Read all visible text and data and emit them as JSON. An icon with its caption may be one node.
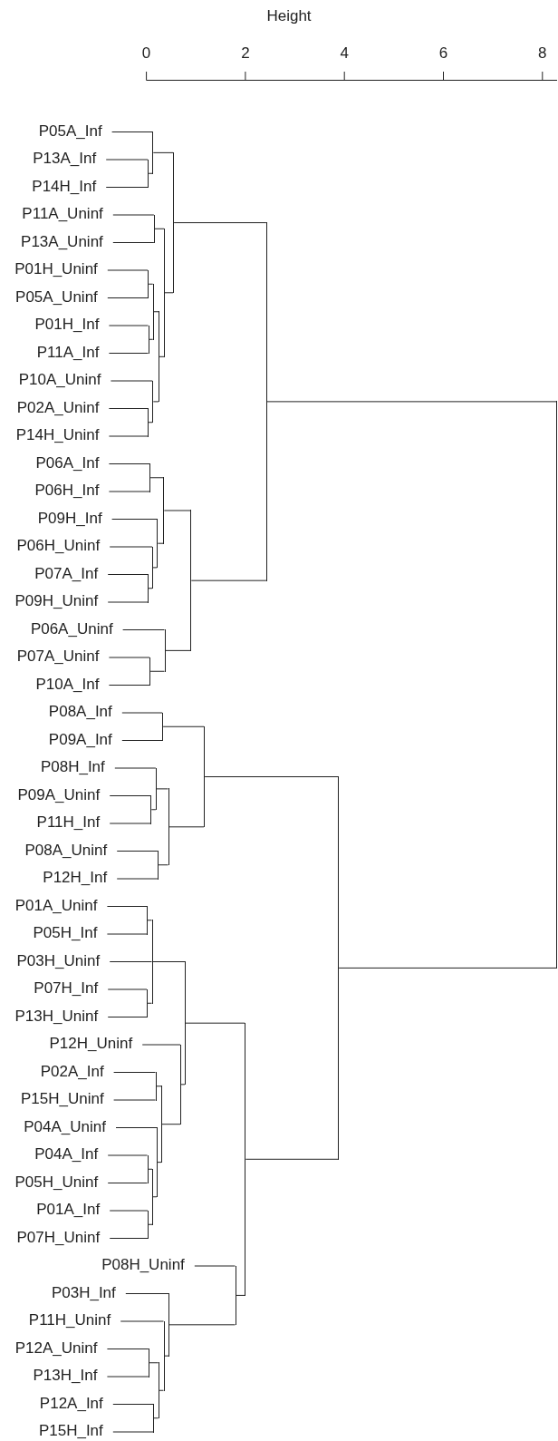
{
  "diagram": {
    "nodes": [
      {
        "text": [
          "P05A_Inf"
        ]
      },
      {
        "text": [
          "P13A_Inf"
        ]
      },
      {
        "text": [
          "P14H_Inf"
        ]
      },
      {
        "text": [
          "P11A_Uninf"
        ]
      },
      {
        "text": [
          "P13A_Uninf"
        ]
      },
      {
        "text": [
          "P01H_Uninf"
        ]
      },
      {
        "text": [
          "P05A_Uninf"
        ]
      },
      {
        "text": [
          "P01H_Inf"
        ]
      },
      {
        "text": [
          "P11A_Inf"
        ]
      },
      {
        "text": [
          "P10A_Uninf"
        ]
      },
      {
        "text": [
          "P02A_Uninf"
        ]
      },
      {
        "text": [
          "P14H_Uninf"
        ]
      },
      {
        "text": [
          "P06A_Inf"
        ]
      },
      {
        "text": [
          "P06H_Inf"
        ]
      },
      {
        "text": [
          "P09H_Inf"
        ]
      },
      {
        "text": [
          "P06H_Uninf"
        ]
      },
      {
        "text": [
          "P07A_Inf"
        ]
      },
      {
        "text": [
          "P09H_Uninf"
        ]
      },
      {
        "text": [
          "P06A_Uninf"
        ]
      },
      {
        "text": [
          "P07A_Uninf"
        ]
      },
      {
        "text": [
          "P10A_Inf"
        ]
      },
      {
        "text": [
          "P08A_Inf"
        ]
      },
      {
        "text": [
          "P09A_Inf"
        ]
      },
      {
        "text": [
          "P08H_Inf"
        ]
      },
      {
        "text": [
          "P09A_Uninf"
        ]
      },
      {
        "text": [
          "P11H_Inf"
        ]
      },
      {
        "text": [
          "P08A_Uninf"
        ]
      },
      {
        "text": [
          "P12H_Inf"
        ]
      },
      {
        "text": [
          "P01A_Uninf"
        ]
      },
      {
        "text": [
          "P05H_Inf"
        ]
      },
      {
        "text": [
          "P03H_Uninf"
        ]
      },
      {
        "text": [
          "P07H_Inf"
        ]
      },
      {
        "text": [
          "P13H_Uninf"
        ]
      },
      {
        "text": [
          "P12H_Uninf"
        ]
      },
      {
        "text": [
          "P02A_Inf"
        ]
      },
      {
        "text": [
          "P15H_Uninf"
        ]
      },
      {
        "text": [
          "P04A_Uninf"
        ]
      },
      {
        "text": [
          "P04A_Inf"
        ]
      },
      {
        "text": [
          "P05H_Uninf"
        ]
      },
      {
        "text": [
          "P01A_Inf"
        ]
      },
      {
        "text": [
          "P07H_Uninf"
        ]
      },
      {
        "text": [
          "P08H_Uninf"
        ]
      },
      {
        "text": [
          "P03H_Inf"
        ]
      },
      {
        "text": [
          "P11H_Uninf"
        ]
      },
      {
        "text": [
          "P12A_Uninf"
        ]
      },
      {
        "text": [
          "P13H_Inf"
        ]
      },
      {
        "text": [
          "P12A_Inf"
        ]
      },
      {
        "text": [
          "P15H_Inf"
        ]
      },
      {
        "text": [],
        "shape": "bar"
      },
      {
        "text": [],
        "shape": "bar"
      },
      {
        "text": [],
        "shape": "bar"
      },
      {
        "text": [],
        "shape": "bar"
      },
      {
        "text": [],
        "shape": "bar"
      },
      {
        "text": [],
        "shape": "bar"
      },
      {
        "text": [],
        "shape": "bar"
      },
      {
        "text": [],
        "shape": "bar"
      },
      {
        "text": [],
        "shape": "bar"
      },
      {
        "text": [],
        "shape": "bar"
      },
      {
        "text": [],
        "shape": "bar"
      },
      {
        "text": [],
        "shape": "bar"
      },
      {
        "text": [],
        "shape": "bar"
      },
      {
        "text": [],
        "shape": "bar"
      },
      {
        "text": [],
        "shape": "bar"
      },
      {
        "text": [],
        "shape": "bar"
      },
      {
        "text": [],
        "shape": "bar"
      },
      {
        "text": [],
        "shape": "bar"
      },
      {
        "text": [],
        "shape": "bar"
      },
      {
        "text": [],
        "shape": "bar"
      },
      {
        "text": [],
        "shape": "bar"
      },
      {
        "text": [],
        "shape": "bar"
      },
      {
        "text": [],
        "shape": "bar"
      },
      {
        "text": [],
        "shape": "bar"
      },
      {
        "text": [],
        "shape": "bar"
      },
      {
        "text": [],
        "shape": "bar"
      },
      {
        "text": [],
        "shape": "bar"
      },
      {
        "text": [],
        "shape": "bar"
      },
      {
        "text": [],
        "shape": "bar"
      },
      {
        "text": [],
        "shape": "bar"
      },
      {
        "text": [],
        "shape": "bar"
      },
      {
        "text": [],
        "shape": "bar"
      },
      {
        "text": [],
        "shape": "bar"
      },
      {
        "text": [],
        "shape": "bar"
      },
      {
        "text": [],
        "shape": "bar"
      },
      {
        "text": [],
        "shape": "bar"
      },
      {
        "text": [],
        "shape": "bar"
      },
      {
        "text": [],
        "shape": "bar"
      },
      {
        "text": [],
        "shape": "bar"
      },
      {
        "text": [],
        "shape": "bar"
      },
      {
        "text": [],
        "shape": "bar"
      },
      {
        "text": [],
        "shape": "bar"
      },
      {
        "text": [],
        "shape": "bar"
      },
      {
        "text": [],
        "shape": "bar"
      },
      {
        "text": [],
        "shape": "bar"
      },
      {
        "text": [],
        "shape": "bar"
      }
    ],
    "edges": [
      {
        "from": 1,
        "to": 48,
        "arrow": "none"
      },
      {
        "from": 2,
        "to": 48,
        "arrow": "none"
      },
      {
        "from": 0,
        "to": 49,
        "arrow": "none"
      },
      {
        "from": 48,
        "to": 49,
        "arrow": "none"
      },
      {
        "from": 3,
        "to": 50,
        "arrow": "none"
      },
      {
        "from": 4,
        "to": 50,
        "arrow": "none"
      },
      {
        "from": 5,
        "to": 51,
        "arrow": "none"
      },
      {
        "from": 6,
        "to": 51,
        "arrow": "none"
      },
      {
        "from": 7,
        "to": 52,
        "arrow": "none"
      },
      {
        "from": 8,
        "to": 52,
        "arrow": "none"
      },
      {
        "from": 51,
        "to": 53,
        "arrow": "none"
      },
      {
        "from": 52,
        "to": 53,
        "arrow": "none"
      },
      {
        "from": 10,
        "to": 54,
        "arrow": "none"
      },
      {
        "from": 11,
        "to": 54,
        "arrow": "none"
      },
      {
        "from": 9,
        "to": 55,
        "arrow": "none"
      },
      {
        "from": 54,
        "to": 55,
        "arrow": "none"
      },
      {
        "from": 53,
        "to": 56,
        "arrow": "none"
      },
      {
        "from": 55,
        "to": 56,
        "arrow": "none"
      },
      {
        "from": 50,
        "to": 57,
        "arrow": "none"
      },
      {
        "from": 56,
        "to": 57,
        "arrow": "none"
      },
      {
        "from": 49,
        "to": 58,
        "arrow": "none"
      },
      {
        "from": 57,
        "to": 58,
        "arrow": "none"
      },
      {
        "from": 12,
        "to": 59,
        "arrow": "none"
      },
      {
        "from": 13,
        "to": 59,
        "arrow": "none"
      },
      {
        "from": 16,
        "to": 60,
        "arrow": "none"
      },
      {
        "from": 17,
        "to": 60,
        "arrow": "none"
      },
      {
        "from": 15,
        "to": 61,
        "arrow": "none"
      },
      {
        "from": 60,
        "to": 61,
        "arrow": "none"
      },
      {
        "from": 14,
        "to": 62,
        "arrow": "none"
      },
      {
        "from": 61,
        "to": 62,
        "arrow": "none"
      },
      {
        "from": 59,
        "to": 63,
        "arrow": "none"
      },
      {
        "from": 62,
        "to": 63,
        "arrow": "none"
      },
      {
        "from": 19,
        "to": 64,
        "arrow": "none"
      },
      {
        "from": 20,
        "to": 64,
        "arrow": "none"
      },
      {
        "from": 18,
        "to": 65,
        "arrow": "none"
      },
      {
        "from": 64,
        "to": 65,
        "arrow": "none"
      },
      {
        "from": 63,
        "to": 66,
        "arrow": "none"
      },
      {
        "from": 65,
        "to": 66,
        "arrow": "none"
      },
      {
        "from": 58,
        "to": 67,
        "arrow": "none"
      },
      {
        "from": 66,
        "to": 67,
        "arrow": "none"
      },
      {
        "from": 21,
        "to": 68,
        "arrow": "none"
      },
      {
        "from": 22,
        "to": 68,
        "arrow": "none"
      },
      {
        "from": 24,
        "to": 69,
        "arrow": "none"
      },
      {
        "from": 25,
        "to": 69,
        "arrow": "none"
      },
      {
        "from": 23,
        "to": 70,
        "arrow": "none"
      },
      {
        "from": 69,
        "to": 70,
        "arrow": "none"
      },
      {
        "from": 26,
        "to": 71,
        "arrow": "none"
      },
      {
        "from": 27,
        "to": 71,
        "arrow": "none"
      },
      {
        "from": 70,
        "to": 72,
        "arrow": "none"
      },
      {
        "from": 71,
        "to": 72,
        "arrow": "none"
      },
      {
        "from": 68,
        "to": 73,
        "arrow": "none"
      },
      {
        "from": 72,
        "to": 73,
        "arrow": "none"
      },
      {
        "from": 28,
        "to": 74,
        "arrow": "none"
      },
      {
        "from": 29,
        "to": 74,
        "arrow": "none"
      },
      {
        "from": 31,
        "to": 75,
        "arrow": "none"
      },
      {
        "from": 32,
        "to": 75,
        "arrow": "none"
      },
      {
        "from": 74,
        "to": 76,
        "arrow": "none"
      },
      {
        "from": 30,
        "to": 76,
        "arrow": "none"
      },
      {
        "from": 75,
        "to": 76,
        "arrow": "none"
      },
      {
        "from": 34,
        "to": 77,
        "arrow": "none"
      },
      {
        "from": 35,
        "to": 77,
        "arrow": "none"
      },
      {
        "from": 37,
        "to": 78,
        "arrow": "none"
      },
      {
        "from": 38,
        "to": 78,
        "arrow": "none"
      },
      {
        "from": 39,
        "to": 79,
        "arrow": "none"
      },
      {
        "from": 40,
        "to": 79,
        "arrow": "none"
      },
      {
        "from": 78,
        "to": 80,
        "arrow": "none"
      },
      {
        "from": 79,
        "to": 80,
        "arrow": "none"
      },
      {
        "from": 36,
        "to": 81,
        "arrow": "none"
      },
      {
        "from": 80,
        "to": 81,
        "arrow": "none"
      },
      {
        "from": 77,
        "to": 82,
        "arrow": "none"
      },
      {
        "from": 81,
        "to": 82,
        "arrow": "none"
      },
      {
        "from": 33,
        "to": 83,
        "arrow": "none"
      },
      {
        "from": 82,
        "to": 83,
        "arrow": "none"
      },
      {
        "from": 76,
        "to": 84,
        "arrow": "none"
      },
      {
        "from": 83,
        "to": 84,
        "arrow": "none"
      },
      {
        "from": 44,
        "to": 85,
        "arrow": "none"
      },
      {
        "from": 45,
        "to": 85,
        "arrow": "none"
      },
      {
        "from": 46,
        "to": 86,
        "arrow": "none"
      },
      {
        "from": 47,
        "to": 86,
        "arrow": "none"
      },
      {
        "from": 85,
        "to": 87,
        "arrow": "none"
      },
      {
        "from": 86,
        "to": 87,
        "arrow": "none"
      },
      {
        "from": 43,
        "to": 88,
        "arrow": "none"
      },
      {
        "from": 87,
        "to": 88,
        "arrow": "none"
      },
      {
        "from": 42,
        "to": 89,
        "arrow": "none"
      },
      {
        "from": 88,
        "to": 89,
        "arrow": "none"
      },
      {
        "from": 41,
        "to": 90,
        "arrow": "none"
      },
      {
        "from": 89,
        "to": 90,
        "arrow": "none"
      },
      {
        "from": 84,
        "to": 91,
        "arrow": "none"
      },
      {
        "from": 90,
        "to": 91,
        "arrow": "none"
      },
      {
        "from": 73,
        "to": 92,
        "arrow": "none"
      },
      {
        "from": 91,
        "to": 92,
        "arrow": "none"
      },
      {
        "from": 67,
        "to": 93,
        "arrow": "none"
      },
      {
        "from": 92,
        "to": 93,
        "arrow": "none"
      }
    ],
    "labels": [
      "Height",
      "0",
      "2",
      "4",
      "6",
      "8"
    ]
  }
}
